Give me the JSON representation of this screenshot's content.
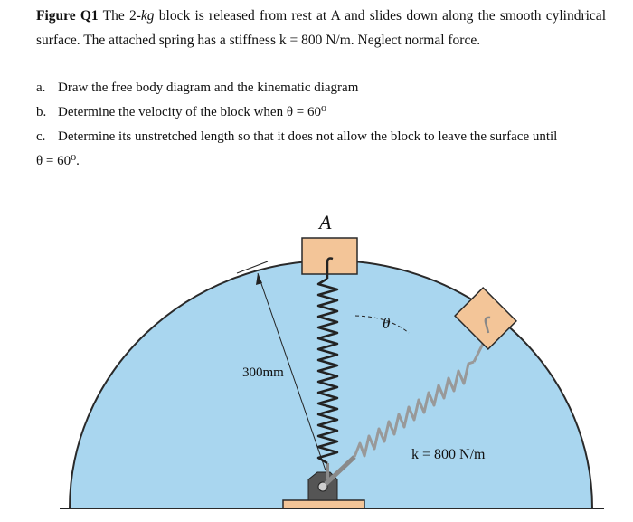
{
  "problem": {
    "figure_label": "Figure Q1",
    "intro_a": "The 2-",
    "intro_kg": "kg",
    "intro_b": "block is released from rest at A and slides down along the smooth cylindrical surface. The attached spring has a stiffness k = 800 N/m. Neglect normal force."
  },
  "questions": [
    {
      "label": "a.",
      "text": "Draw the free body diagram and the kinematic diagram"
    },
    {
      "label": "b.",
      "text": "Determine the velocity of the block when θ = 60⁰"
    },
    {
      "label": "c.",
      "text": "Determine its unstretched length so that it does not allow the block to leave the surface until",
      "continuation": "θ = 60⁰."
    }
  ],
  "figure": {
    "point_label": "A",
    "angle_label": "θ",
    "radius_label": "300mm",
    "stiffness_label": "k = 800 N/m"
  },
  "colors": {
    "surface_fill": "#a9d6ef",
    "surface_stroke": "#2a2a2a",
    "block_fill": "#f3c598",
    "block_stroke": "#2a2a2a",
    "spring_pin": "#8a8a8a"
  }
}
